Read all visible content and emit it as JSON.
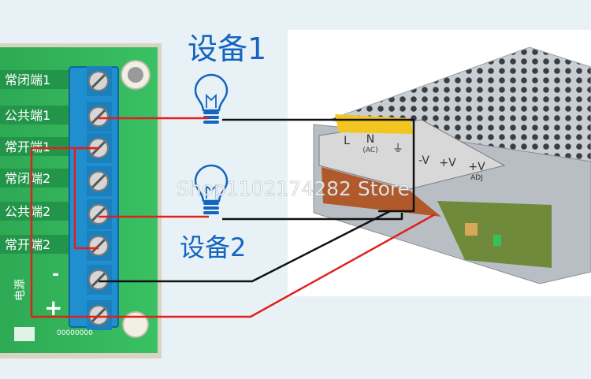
{
  "colors": {
    "background": "#e8f2f6",
    "pcb": "#2fb35a",
    "terminal_block": "#1f8fd0",
    "device_label": "#1565c0",
    "wire_red": "#e0201c",
    "wire_black": "#111111",
    "watermark": "#ffffff"
  },
  "relay_board": {
    "terminal_labels": [
      "常闭端1",
      "公共端1",
      "常开端1",
      "常闭端2",
      "公共端2",
      "常开端2"
    ],
    "power_minus": "-",
    "power_plus": "+",
    "power_label": "电源",
    "serial": "00000000"
  },
  "devices": [
    {
      "label": "设备1",
      "icon": "light-bulb-icon"
    },
    {
      "label": "设备2",
      "icon": "light-bulb-icon"
    }
  ],
  "power_supply": {
    "terminals": [
      "L",
      "N",
      "⏚",
      "-V",
      "+V",
      "+V"
    ],
    "terminal_sub": [
      "",
      "(AC)",
      "",
      "",
      "",
      "ADJ"
    ]
  },
  "watermark": "Shop1102174282 Store"
}
